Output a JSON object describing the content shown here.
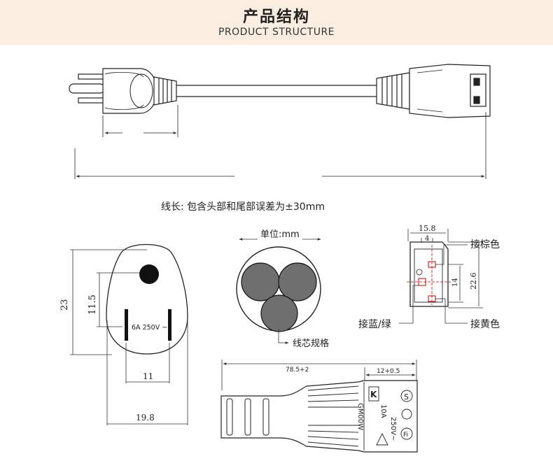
{
  "header": {
    "title": "产品结构",
    "subtitle": "PRODUCT STRUCTURE"
  },
  "cable_note": "线长: 包含头部和尾部误差为±30mm",
  "plug_face": {
    "dim_height": "23",
    "dim_pin_offset": "11.5",
    "dim_pin_spacing": "11",
    "dim_width": "19.8",
    "rating": "6A 250V ~"
  },
  "cross_section": {
    "unit": "单位:mm",
    "label": "线芯规格"
  },
  "iec_socket": {
    "dim_width": "15.8",
    "dim_slot": "4",
    "dim_inner": "14",
    "dim_height": "22.6",
    "label_brown": "接棕色",
    "label_blue_green": "接蓝/绿",
    "label_yellow": "接黄色"
  },
  "connector_side": {
    "dim_length": "78.5+2",
    "dim_head": "12+0.5",
    "model": "GM00W",
    "rating_line1": "10A",
    "rating_line2": "250V~"
  }
}
